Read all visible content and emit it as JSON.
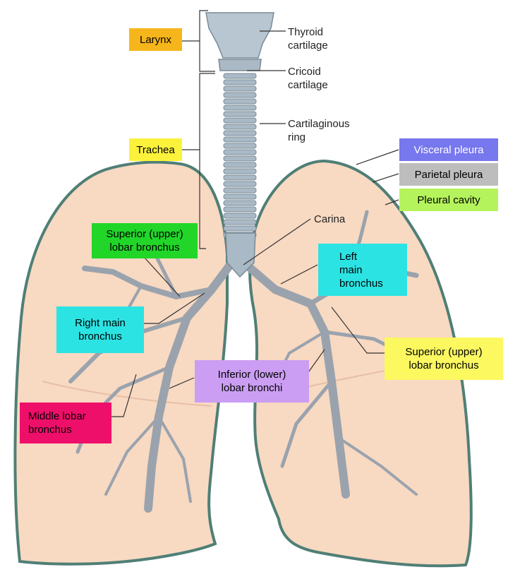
{
  "colors": {
    "lung_fill": "#f8d9c2",
    "lung_outline": "#4f7f76",
    "airway": "#a9b9c5",
    "bronchi": "#9aa3ad",
    "leader": "#333333",
    "orange": "#f6b51b",
    "yellow": "#fbf23c",
    "green": "#22d629",
    "cyan": "#2ce3e3",
    "lavender": "#cb9ef3",
    "magenta": "#ee0f6a",
    "purple": "#7777ee",
    "gray": "#bdbdbd",
    "lime": "#b5f35c",
    "yellow_pale": "#fbf860"
  },
  "labels": {
    "larynx": "Larynx",
    "thyroid": "Thyroid\ncartilage",
    "cricoid": "Cricoid\ncartilage",
    "cartilaginous_ring": "Cartilaginous\nring",
    "trachea": "Trachea",
    "visceral_pleura": "Visceral pleura",
    "parietal_pleura": "Parietal pleura",
    "pleural_cavity": "Pleural cavity",
    "carina": "Carina",
    "superior_right": "Superior (upper)\nlobar bronchus",
    "left_main": "Left\nmain\nbronchus",
    "right_main": "Right main\nbronchus",
    "superior_left": "Superior (upper)\nlobar bronchus",
    "inferior_lobar": "Inferior (lower)\nlobar bronchi",
    "middle_lobar": "Middle lobar\nbronchus"
  }
}
